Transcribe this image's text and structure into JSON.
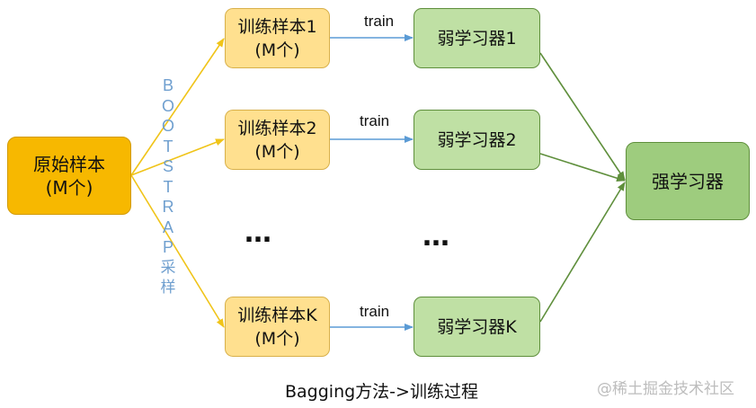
{
  "source": {
    "line1": "原始样本",
    "line2": "(M个)"
  },
  "bootstrap_letters": [
    "B",
    "O",
    "O",
    "T",
    "S",
    "T",
    "R",
    "A",
    "P"
  ],
  "bootstrap_suffix": [
    "采",
    "样"
  ],
  "samples": [
    {
      "line1": "训练样本1",
      "line2": "(M个)"
    },
    {
      "line1": "训练样本2",
      "line2": "(M个)"
    },
    {
      "line1": "训练样本K",
      "line2": "(M个)"
    }
  ],
  "train_labels": [
    "train",
    "train",
    "train"
  ],
  "weak_learners": [
    "弱学习器1",
    "弱学习器2",
    "弱学习器K"
  ],
  "strong_learner": "强学习器",
  "ellipsis": "…",
  "caption": "Bagging方法->训练过程",
  "watermark": "@稀土掘金技术社区",
  "colors": {
    "source": "#f7b800",
    "sample": "#ffe08f",
    "weak": "#bfe0a4",
    "strong": "#9ecc7e",
    "bootstrap_arrow": "#f0c419",
    "train_arrow": "#5b9bd5",
    "aggregate_arrow": "#5f8f3c"
  }
}
